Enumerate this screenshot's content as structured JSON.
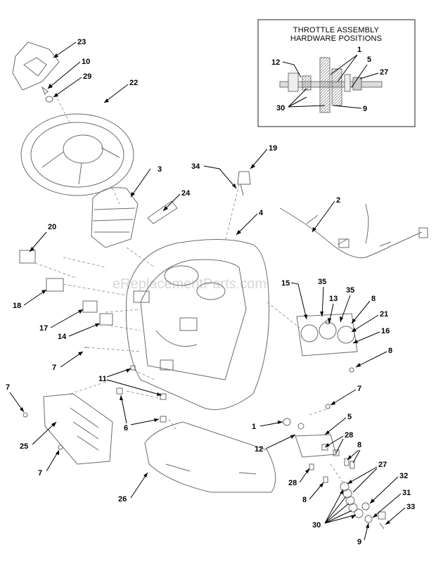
{
  "watermark": "eReplacementParts.com",
  "inset": {
    "title_line1": "THROTTLE ASSEMBLY",
    "title_line2": "HARDWARE POSITIONS",
    "labels": [
      "1",
      "5",
      "12",
      "27",
      "30",
      "9"
    ]
  },
  "callouts": [
    "23",
    "10",
    "29",
    "22",
    "19",
    "34",
    "3",
    "24",
    "2",
    "4",
    "20",
    "18",
    "15",
    "35",
    "13",
    "35",
    "8",
    "21",
    "16",
    "17",
    "14",
    "8",
    "7",
    "11",
    "7",
    "6",
    "25",
    "7",
    "7",
    "1",
    "5",
    "12",
    "28",
    "8",
    "28",
    "8",
    "26",
    "27",
    "32",
    "31",
    "33",
    "30",
    "9"
  ]
}
